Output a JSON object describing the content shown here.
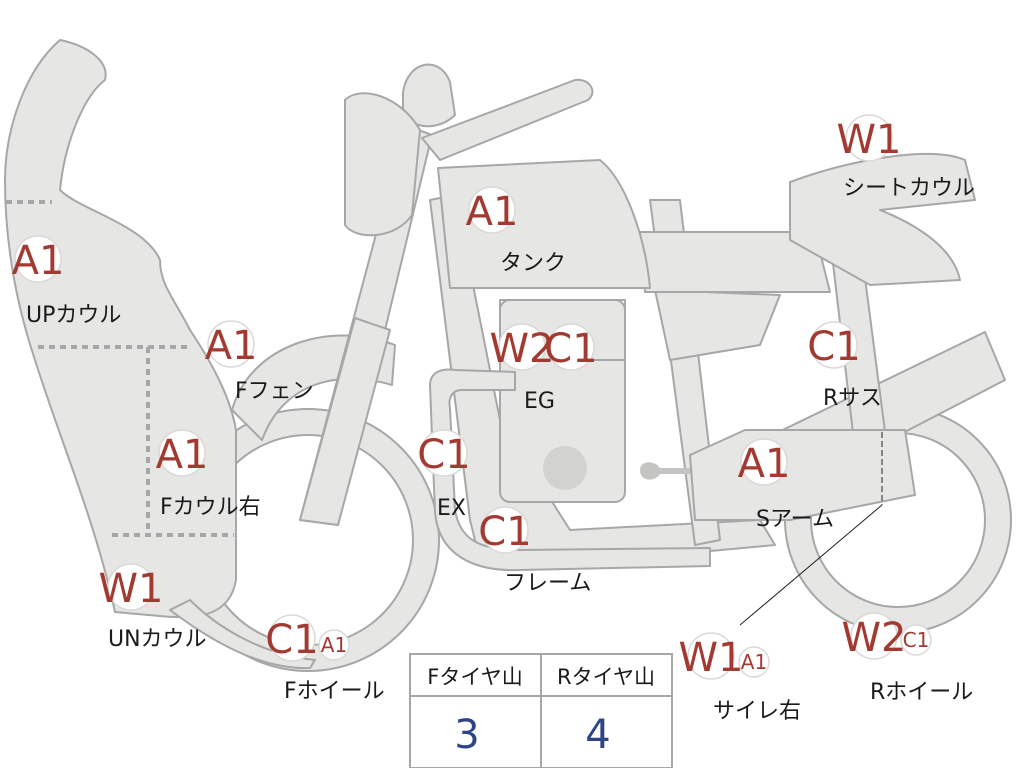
{
  "colors": {
    "part_fill": "#e6e6e4",
    "part_stroke": "#a7a7a7",
    "code_text": "#a33a32",
    "label_text": "#1a1a1a",
    "table_value": "#2d4486",
    "divider": "#a7a7a7"
  },
  "parts": {
    "up_cowl": {
      "code": "A1",
      "label": "UPカウル"
    },
    "front_fender": {
      "code": "A1",
      "label": "Fフェン"
    },
    "f_cowl_right": {
      "code": "A1",
      "label": "Fカウル右"
    },
    "un_cowl": {
      "code": "W1",
      "label": "UNカウル"
    },
    "f_wheel": {
      "code": "C1",
      "code2": "A1",
      "label": "Fホイール"
    },
    "tank": {
      "code": "A1",
      "label": "タンク"
    },
    "engine": {
      "code": "W2",
      "code2": "C1",
      "label": "EG"
    },
    "exhaust": {
      "code": "C1",
      "label": "EX"
    },
    "frame": {
      "code": "C1",
      "label": "フレーム"
    },
    "seat_cowl": {
      "code": "W1",
      "label": "シートカウル"
    },
    "r_sus": {
      "code": "C1",
      "label": "Rサス"
    },
    "s_arm": {
      "code": "A1",
      "label": "Sアーム"
    },
    "silencer_right": {
      "code": "W1",
      "code2": "A1",
      "label": "サイレ右"
    },
    "r_wheel": {
      "code": "W2",
      "code2": "C1",
      "label": "Rホイール"
    }
  },
  "tire_table": {
    "headers": [
      "Fタイヤ山",
      "Rタイヤ山"
    ],
    "values": [
      "3",
      "4"
    ]
  }
}
